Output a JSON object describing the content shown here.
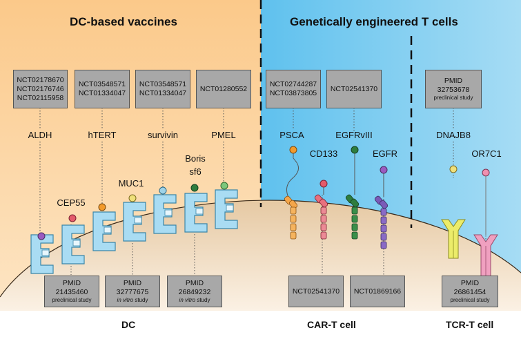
{
  "headers": {
    "left": "DC-based vaccines",
    "right": "Genetically engineered T cells"
  },
  "footer": {
    "dc": "DC",
    "cart": "CAR-T cell",
    "tcrt": "TCR-T cell"
  },
  "antigens": {
    "aldh": "ALDH",
    "htert": "hTERT",
    "survivin": "survivin",
    "pmel": "PMEL",
    "cep55": "CEP55",
    "muc1": "MUC1",
    "boris": "Boris",
    "sf6": "sf6",
    "psca": "PSCA",
    "cd133": "CD133",
    "egfrviii": "EGFRvIII",
    "egfr": "EGFR",
    "dnajb8": "DNAJB8",
    "or7c1": "OR7C1"
  },
  "top_boxes": {
    "aldh": [
      "NCT02178670",
      "NCT02176746",
      "NCT02115958"
    ],
    "htert": [
      "NCT03548571",
      "NCT01334047"
    ],
    "survivin": [
      "NCT03548571",
      "NCT01334047"
    ],
    "pmel": [
      "NCT01280552"
    ],
    "psca": [
      "NCT02744287",
      "NCT03873805"
    ],
    "egfrviii": [
      "NCT02541370"
    ],
    "dnajb8": {
      "label": "PMID",
      "id": "32753678",
      "note": "preclinical study"
    }
  },
  "bottom_boxes": {
    "cep55": {
      "label": "PMID",
      "id": "21435460",
      "note": "preclinical study"
    },
    "muc1": {
      "label": "PMID",
      "id": "32777675",
      "note_italic": "in vitro",
      "note_rest": " study"
    },
    "boris": {
      "label": "PMID",
      "id": "26849232",
      "note_italic": "in vitro",
      "note_rest": " study"
    },
    "cd133": {
      "id": "NCT02541370"
    },
    "egfr": {
      "id": "NCT01869166"
    },
    "or7c1": {
      "label": "PMID",
      "id": "26861454",
      "note": "preclinical study"
    }
  },
  "colors": {
    "dc_background": "#fbd49a",
    "tcell_background": "#86cdee",
    "cell_membrane": "#ead3b5",
    "receptor_blue": "#a9dcf3",
    "box_fill": "#a8a8a8"
  }
}
